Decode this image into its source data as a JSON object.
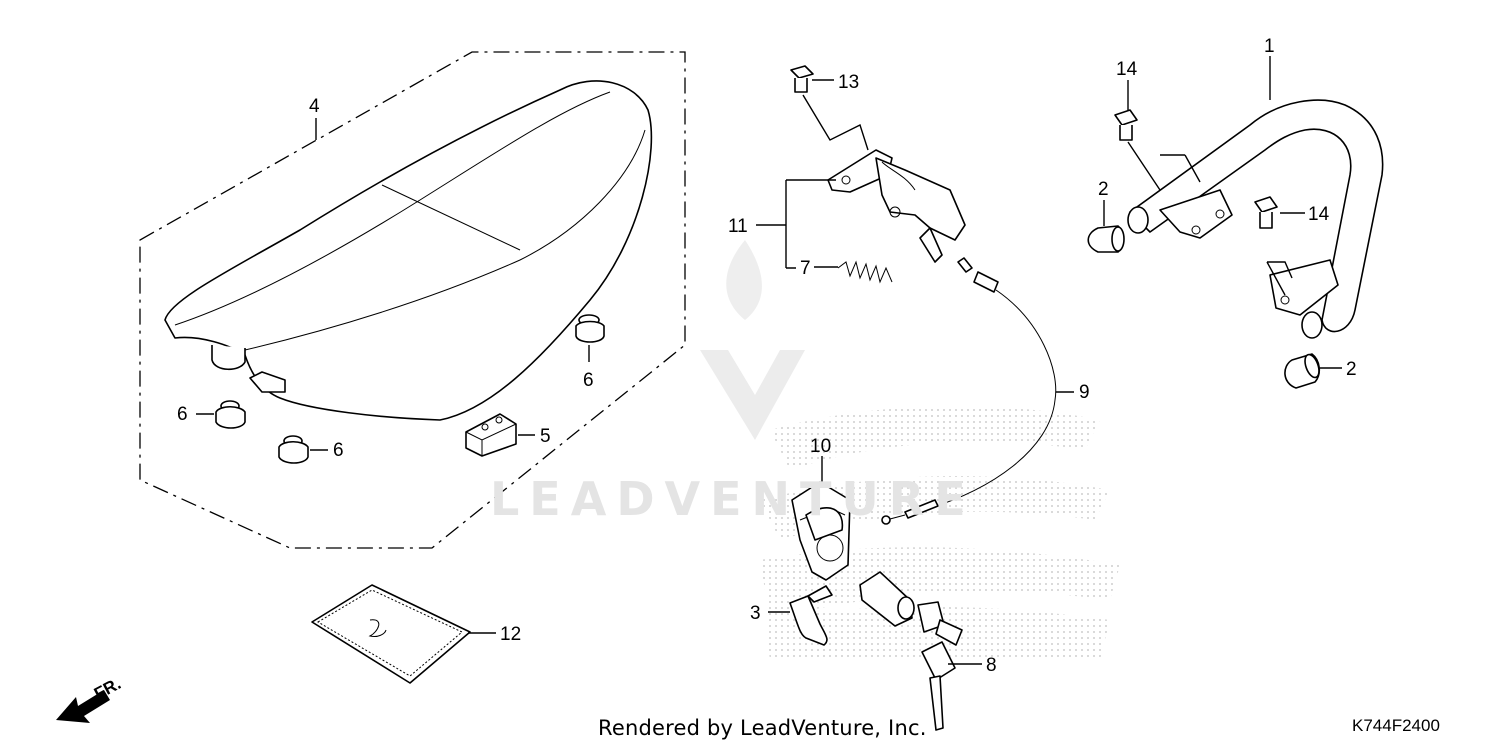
{
  "callouts": {
    "c1": "1",
    "c2a": "2",
    "c2b": "2",
    "c3": "3",
    "c4": "4",
    "c5": "5",
    "c6a": "6",
    "c6b": "6",
    "c6c": "6",
    "c7": "7",
    "c8": "8",
    "c9": "9",
    "c10": "10",
    "c11": "11",
    "c12": "12",
    "c13": "13",
    "c14a": "14",
    "c14b": "14"
  },
  "direction_label": "FR.",
  "watermark": "LEADVENTURE",
  "footer_text": "Rendered by LeadVenture, Inc.",
  "diagram_code": "K744F2400",
  "colors": {
    "lines": "#000000",
    "background": "#ffffff",
    "watermark": "#e4e4e4",
    "arrow_fill": "#000000"
  }
}
